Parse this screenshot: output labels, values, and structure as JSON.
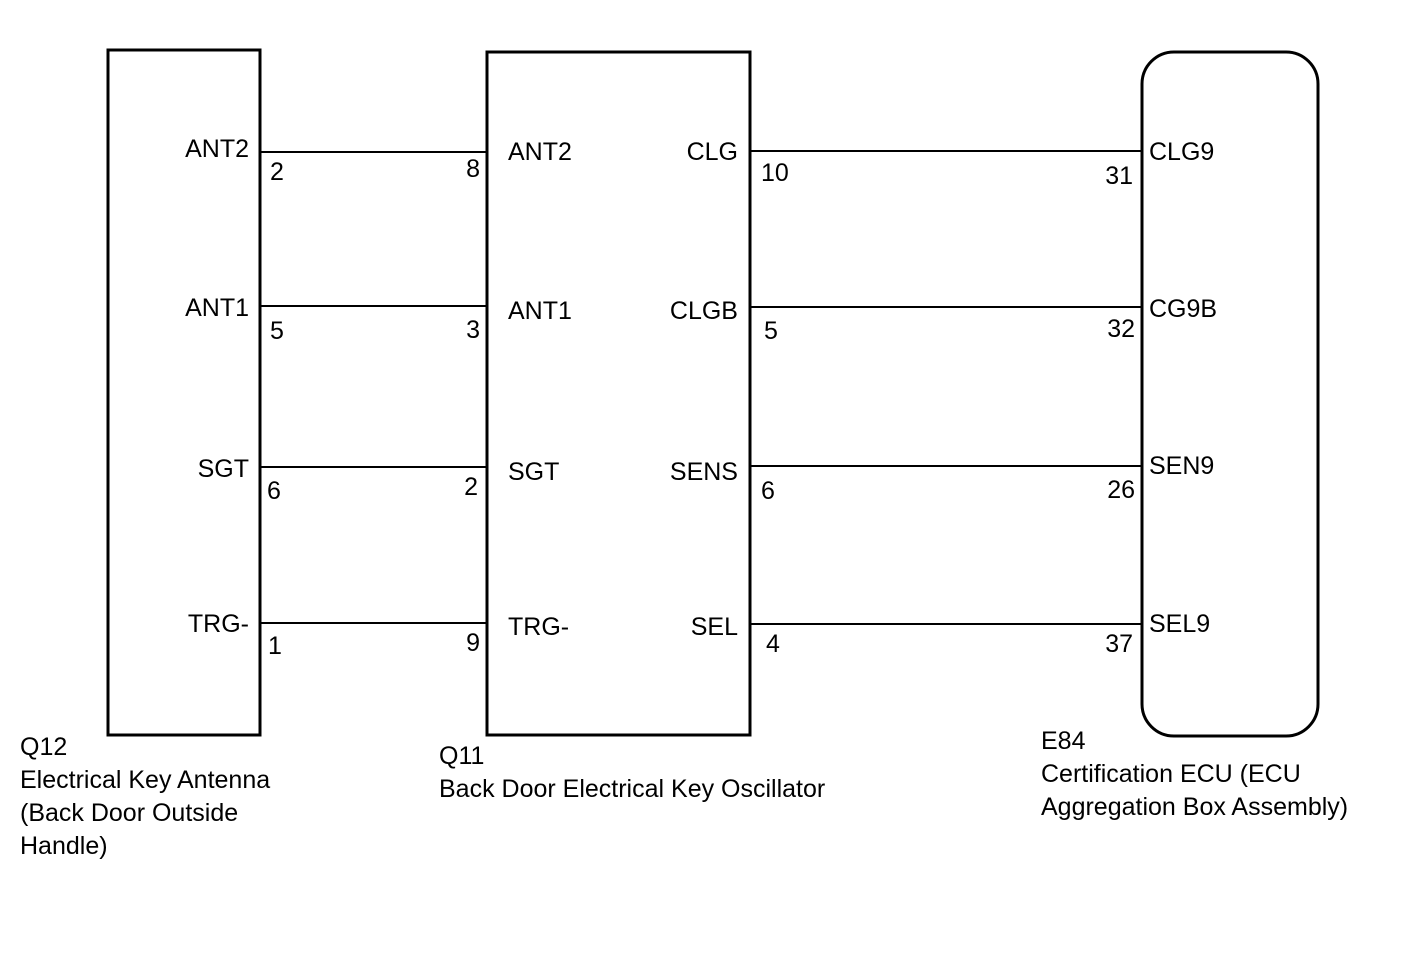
{
  "components": {
    "antenna": {
      "code": "Q12",
      "name_lines": [
        "Electrical Key Antenna",
        "(Back Door Outside",
        "Handle)"
      ],
      "terminals": [
        "ANT2",
        "ANT1",
        "SGT",
        "TRG-"
      ]
    },
    "oscillator": {
      "code": "Q11",
      "name_lines": [
        "Back Door Electrical Key Oscillator"
      ],
      "left_terminals": [
        "ANT2",
        "ANT1",
        "SGT",
        "TRG-"
      ],
      "right_terminals": [
        "CLG",
        "CLGB",
        "SENS",
        "SEL"
      ]
    },
    "ecu": {
      "code": "E84",
      "name_lines": [
        "Certification ECU (ECU",
        "Aggregation Box Assembly)"
      ],
      "terminals": [
        "CLG9",
        "CG9B",
        "SEN9",
        "SEL9"
      ]
    }
  },
  "wires_left": [
    {
      "from_pin": "2",
      "to_pin": "8"
    },
    {
      "from_pin": "5",
      "to_pin": "3"
    },
    {
      "from_pin": "6",
      "to_pin": "2"
    },
    {
      "from_pin": "1",
      "to_pin": "9"
    }
  ],
  "wires_right": [
    {
      "from_pin": "10",
      "to_pin": "31"
    },
    {
      "from_pin": "5",
      "to_pin": "32"
    },
    {
      "from_pin": "6",
      "to_pin": "26"
    },
    {
      "from_pin": "4",
      "to_pin": "37"
    }
  ]
}
